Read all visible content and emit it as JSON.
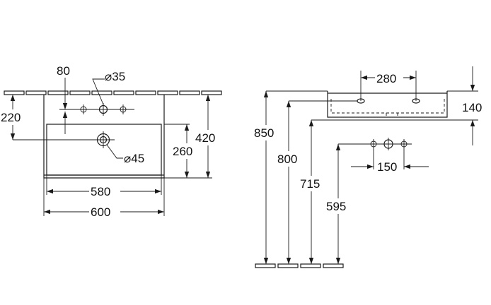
{
  "left_view": {
    "dims": {
      "d80": "80",
      "d35": "⌀35",
      "d220": "220",
      "d420": "420",
      "d260": "260",
      "d45": "⌀45",
      "d580": "580",
      "d600": "600"
    }
  },
  "right_view": {
    "dims": {
      "d280": "280",
      "d140": "140",
      "d850": "850",
      "d800": "800",
      "d715": "715",
      "d595": "595",
      "d150": "150"
    }
  }
}
